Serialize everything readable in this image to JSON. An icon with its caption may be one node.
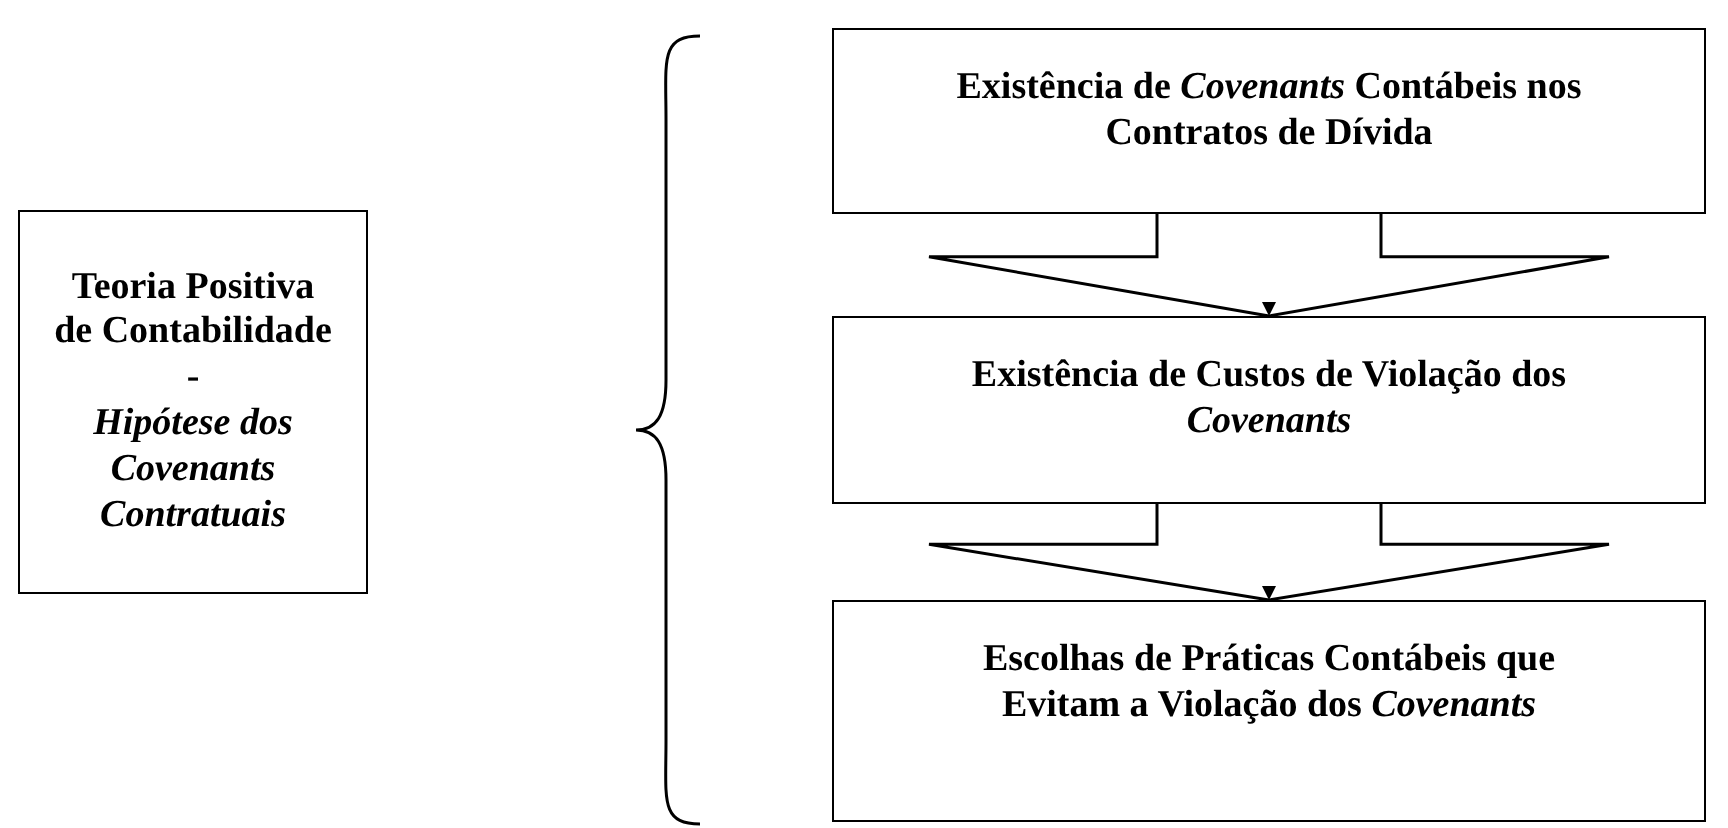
{
  "diagram": {
    "nodes": [
      {
        "text": [
          "Teoria Positiva de Contabilidade",
          "-",
          "Hipótese dos Covenants Contratuais"
        ]
      },
      {
        "text": [
          "Existência de *Covenants* Contábeis nos Contratos de Dívida"
        ]
      },
      {
        "text": [
          "Existência de Custos de Violação dos *Covenants*"
        ]
      },
      {
        "text": [
          "Escolhas de Práticas Contábeis que Evitam a Violação dos *Covenants*"
        ]
      }
    ],
    "edges": [
      {
        "from": 1,
        "to": 2,
        "arrow": "to"
      },
      {
        "from": 2,
        "to": 3,
        "arrow": "to"
      }
    ]
  }
}
